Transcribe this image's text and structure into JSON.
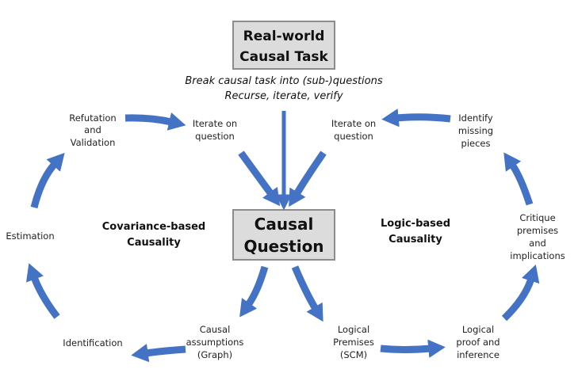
{
  "top_box": {
    "line1": "Real-world",
    "line2": "Causal Task"
  },
  "subtitle": {
    "line1": "Break causal task into (sub-)questions",
    "line2": "Recurse, iterate, verify"
  },
  "center_box": {
    "line1": "Causal",
    "line2": "Question"
  },
  "left_cycle": {
    "title": {
      "line1": "Covariance-based",
      "line2": "Causality"
    },
    "refutation": {
      "line1": "Refutation",
      "line2": "and",
      "line3": "Validation"
    },
    "iterate": {
      "line1": "Iterate on",
      "line2": "question"
    },
    "estimation": "Estimation",
    "identification": "Identification",
    "assumptions": {
      "line1": "Causal",
      "line2": "assumptions",
      "line3": "(Graph)"
    }
  },
  "right_cycle": {
    "title": {
      "line1": "Logic-based",
      "line2": "Causality"
    },
    "iterate": {
      "line1": "Iterate on",
      "line2": "question"
    },
    "identify": {
      "line1": "Identify",
      "line2": "missing",
      "line3": "pieces"
    },
    "critique": {
      "line1": "Critique",
      "line2": "premises",
      "line3": "and",
      "line4": "implications"
    },
    "premises": {
      "line1": "Logical",
      "line2": "Premises",
      "line3": "(SCM)"
    },
    "proof": {
      "line1": "Logical",
      "line2": "proof and",
      "line3": "inference"
    }
  },
  "colors": {
    "arrow": "#4472c4",
    "box_fill": "#dcdcdc",
    "box_border": "#8c8c8c"
  }
}
